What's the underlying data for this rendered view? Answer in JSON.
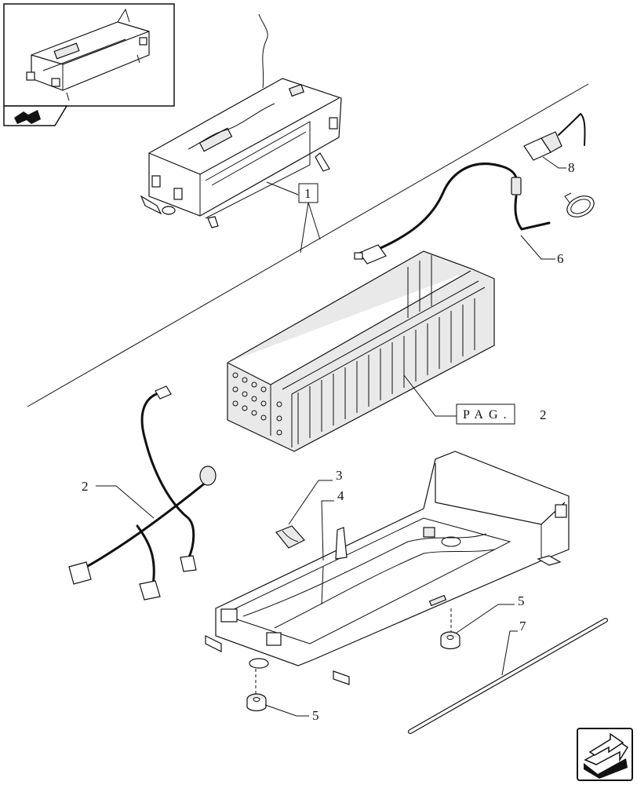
{
  "callouts": {
    "c1": "1",
    "c2": "2",
    "c3": "3",
    "c4": "4",
    "c5a": "5",
    "c5b": "5",
    "c6": "6",
    "c7": "7",
    "c8": "8"
  },
  "page_ref": {
    "label": "PAG.",
    "number": "2"
  },
  "icons": {
    "inset": "assembly-thumbnail-icon",
    "inset_arrow": "inset-arrow-icon",
    "nav": "next-page-arrow-icon"
  }
}
